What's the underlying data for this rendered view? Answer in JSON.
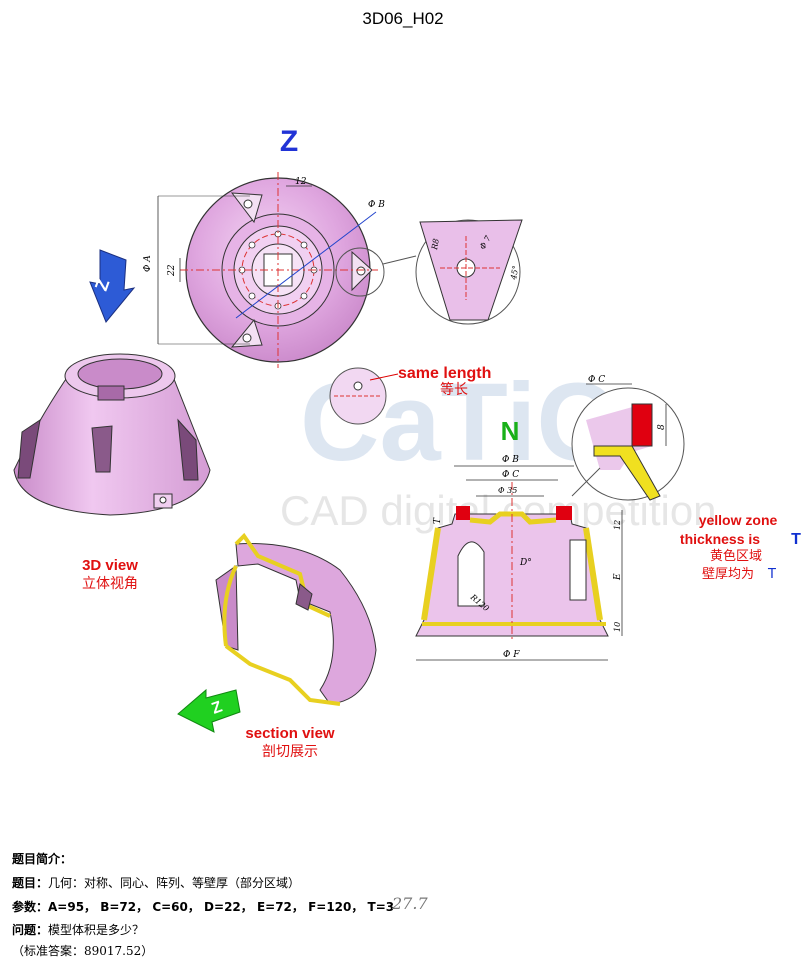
{
  "title": "3D06_H02",
  "figure": {
    "view_z_letter": "Z",
    "view_n_letter": "N",
    "arrow_letter": "Z",
    "same_length_en": "same length",
    "same_length_cn": "等长",
    "yellow_zone_line1": "yellow zone",
    "yellow_zone_line2": "thickness is",
    "yellow_zone_T": "T",
    "yellow_zone_cn1": "黄色区域",
    "yellow_zone_cn2": "壁厚均为",
    "yellow_zone_cn_T": "T",
    "view3d_en": "3D view",
    "view3d_cn": "立体视角",
    "section_en": "section view",
    "section_cn": "剖切展示",
    "watermark_line1": "CaTiCs",
    "watermark_line2": "CAD digital competition",
    "dims": {
      "d12": "12",
      "phiB_top": "Φ B",
      "phiA": "Φ A",
      "d22": "22",
      "detail_r8": "R8",
      "detail_phi7": "Φ 7",
      "detail_45": "45°",
      "phiC_detail": "Φ C",
      "detail_8": "8",
      "phiB": "Φ B",
      "phiC": "Φ C",
      "phi35": "Φ 35",
      "T": "T",
      "d12_side": "12",
      "E": "E",
      "D": "D°",
      "R120": "R120",
      "d10": "10",
      "phiF": "Φ F"
    }
  },
  "problem": {
    "heading": "题目简介：",
    "topic_label": "题目：",
    "topic_text": "几何：对称、同心、阵列、等壁厚（部分区域）",
    "params_label": "参数：",
    "params_text": "A=95，  B=72，  C=60，  D=22，  E=72，  F=120，  T=3",
    "question_label": "问题：",
    "question_text": "模型体积是多少？",
    "answer_text": "（标准答案：89017.52）",
    "handwritten_mark": "27.7"
  }
}
